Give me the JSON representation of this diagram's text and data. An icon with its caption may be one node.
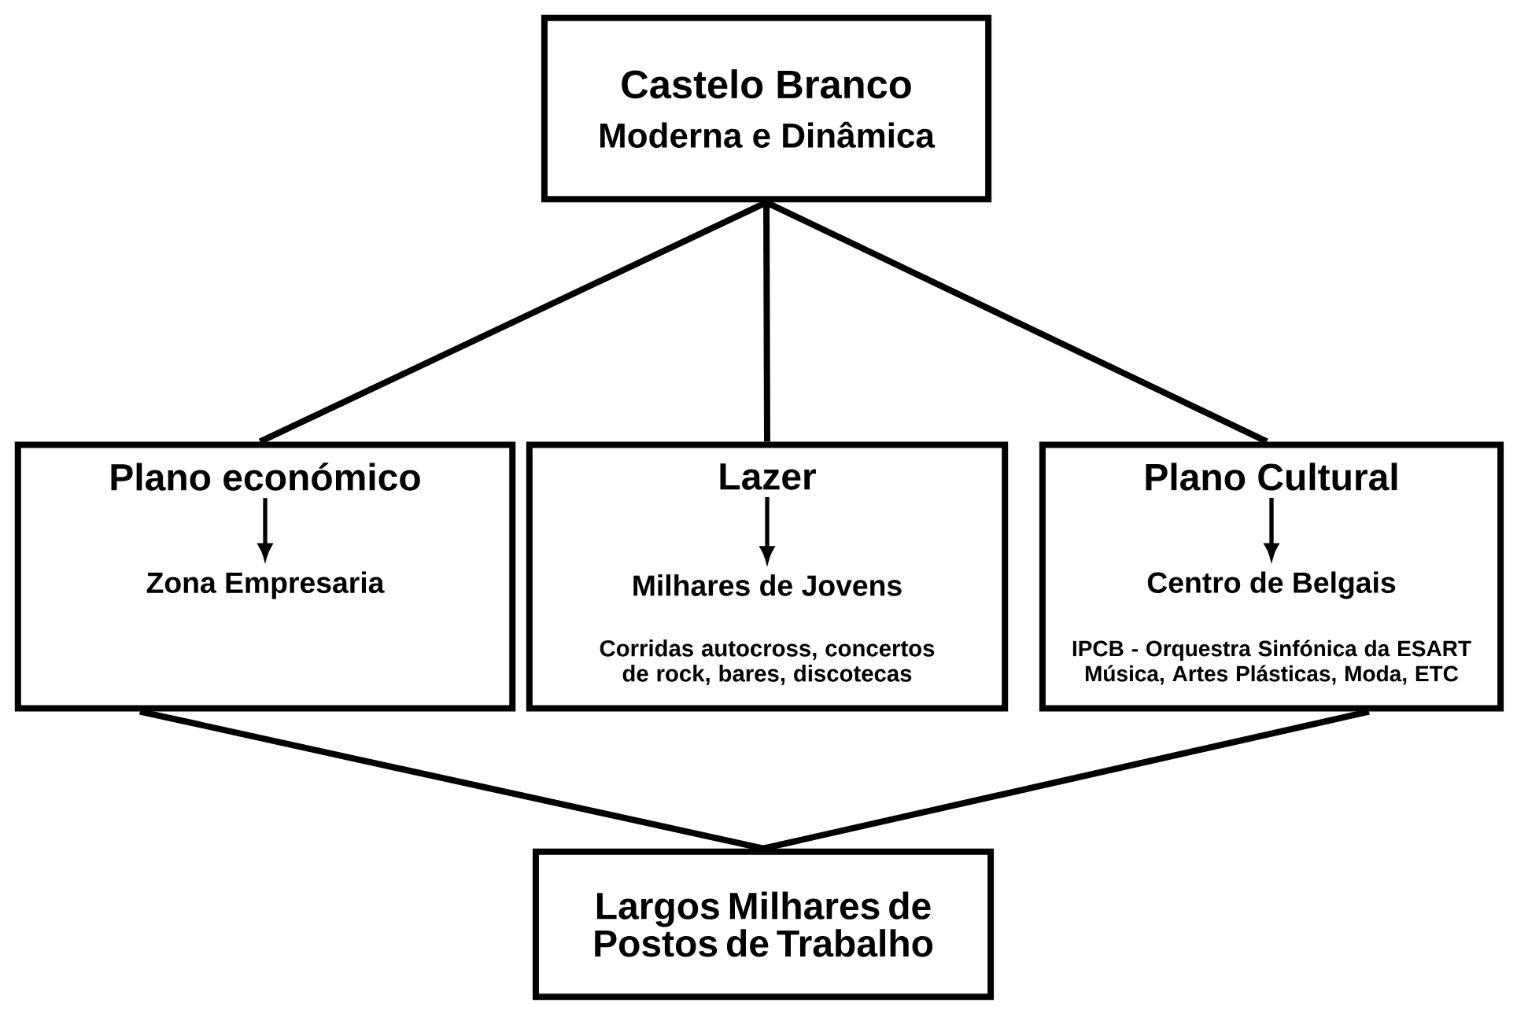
{
  "diagram": {
    "nodes": [
      {
        "text": [
          "Castelo Branco",
          "Moderna e Dinâmica"
        ]
      },
      {
        "text": [],
        "shape": "box"
      },
      {
        "text": [
          "Plano económico"
        ],
        "in": 1
      },
      {
        "text": [
          "Zona Empresaria"
        ],
        "in": 1
      },
      {
        "text": [],
        "shape": "box"
      },
      {
        "text": [
          "Lazer"
        ],
        "in": 4
      },
      {
        "text": [
          "Milhares de Jovens"
        ],
        "in": 4
      },
      {
        "text": [
          "Corridas autocross, concertos de rock, bares, discotecas"
        ],
        "in": 4
      },
      {
        "text": [],
        "shape": "box"
      },
      {
        "text": [
          "Plano Cultural"
        ],
        "in": 8
      },
      {
        "text": [
          "Centro de Belgais"
        ],
        "in": 8
      },
      {
        "text": [
          "IPCB - Orquestra Sinfónica da ESART Música, Artes Plásticas, Moda, ETC"
        ],
        "in": 8
      },
      {
        "text": [
          "Largos Milhares de Postos de Trabalho"
        ]
      }
    ],
    "edges": [
      {
        "from": 0,
        "to": 1,
        "arrow": "none"
      },
      {
        "from": 0,
        "to": 4,
        "arrow": "none"
      },
      {
        "from": 0,
        "to": 8,
        "arrow": "none"
      },
      {
        "from": 2,
        "to": 3,
        "arrow": "to"
      },
      {
        "from": 5,
        "to": 6,
        "arrow": "to"
      },
      {
        "from": 9,
        "to": 10,
        "arrow": "to"
      },
      {
        "from": 1,
        "to": 12,
        "arrow": "none"
      },
      {
        "from": 8,
        "to": 12,
        "arrow": "none"
      }
    ]
  }
}
